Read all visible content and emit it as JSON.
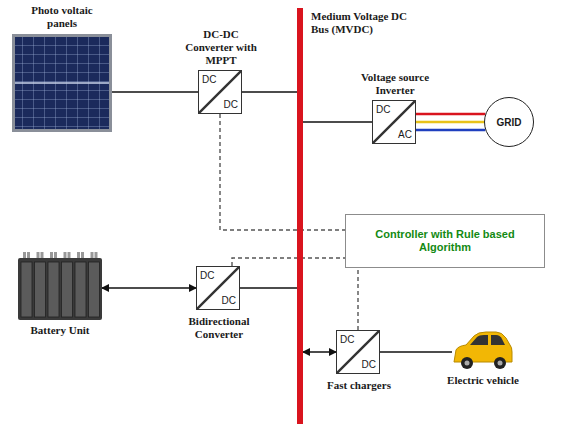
{
  "diagram": {
    "nodes": [
      {
        "text": [
          "Photo voltaic panels"
        ]
      },
      {
        "text": [
          "DC-DC Converter with MPPT",
          "DC",
          "DC"
        ]
      },
      {
        "text": [
          "Medium Voltage DC Bus (MVDC)"
        ]
      },
      {
        "text": [
          "Voltage source Inverter",
          "DC",
          "AC"
        ]
      },
      {
        "text": [
          "GRID"
        ]
      },
      {
        "text": [
          "Controller with Rule based Algorithm"
        ]
      },
      {
        "text": [
          "Battery Unit"
        ]
      },
      {
        "text": [
          "DC",
          "DC",
          "Bidirectional Converter"
        ]
      },
      {
        "text": [
          "DC",
          "DC",
          "Fast chargers"
        ]
      },
      {
        "text": [
          "Electric vehicle"
        ]
      }
    ],
    "edges": [
      {
        "from": 0,
        "to": 1,
        "arrow": "none"
      },
      {
        "from": 1,
        "to": 2,
        "arrow": "none"
      },
      {
        "from": 2,
        "to": 3,
        "arrow": "none"
      },
      {
        "from": 3,
        "to": 4,
        "arrow": "none"
      },
      {
        "from": 1,
        "to": 5,
        "arrow": "none"
      },
      {
        "from": 6,
        "to": 7,
        "arrow": "both"
      },
      {
        "from": 7,
        "to": 2,
        "arrow": "none"
      },
      {
        "from": 7,
        "to": 5,
        "arrow": "none"
      },
      {
        "from": 2,
        "to": 8,
        "arrow": "both"
      },
      {
        "from": 8,
        "to": 9,
        "arrow": "none"
      },
      {
        "from": 8,
        "to": 5,
        "arrow": "none"
      }
    ]
  }
}
